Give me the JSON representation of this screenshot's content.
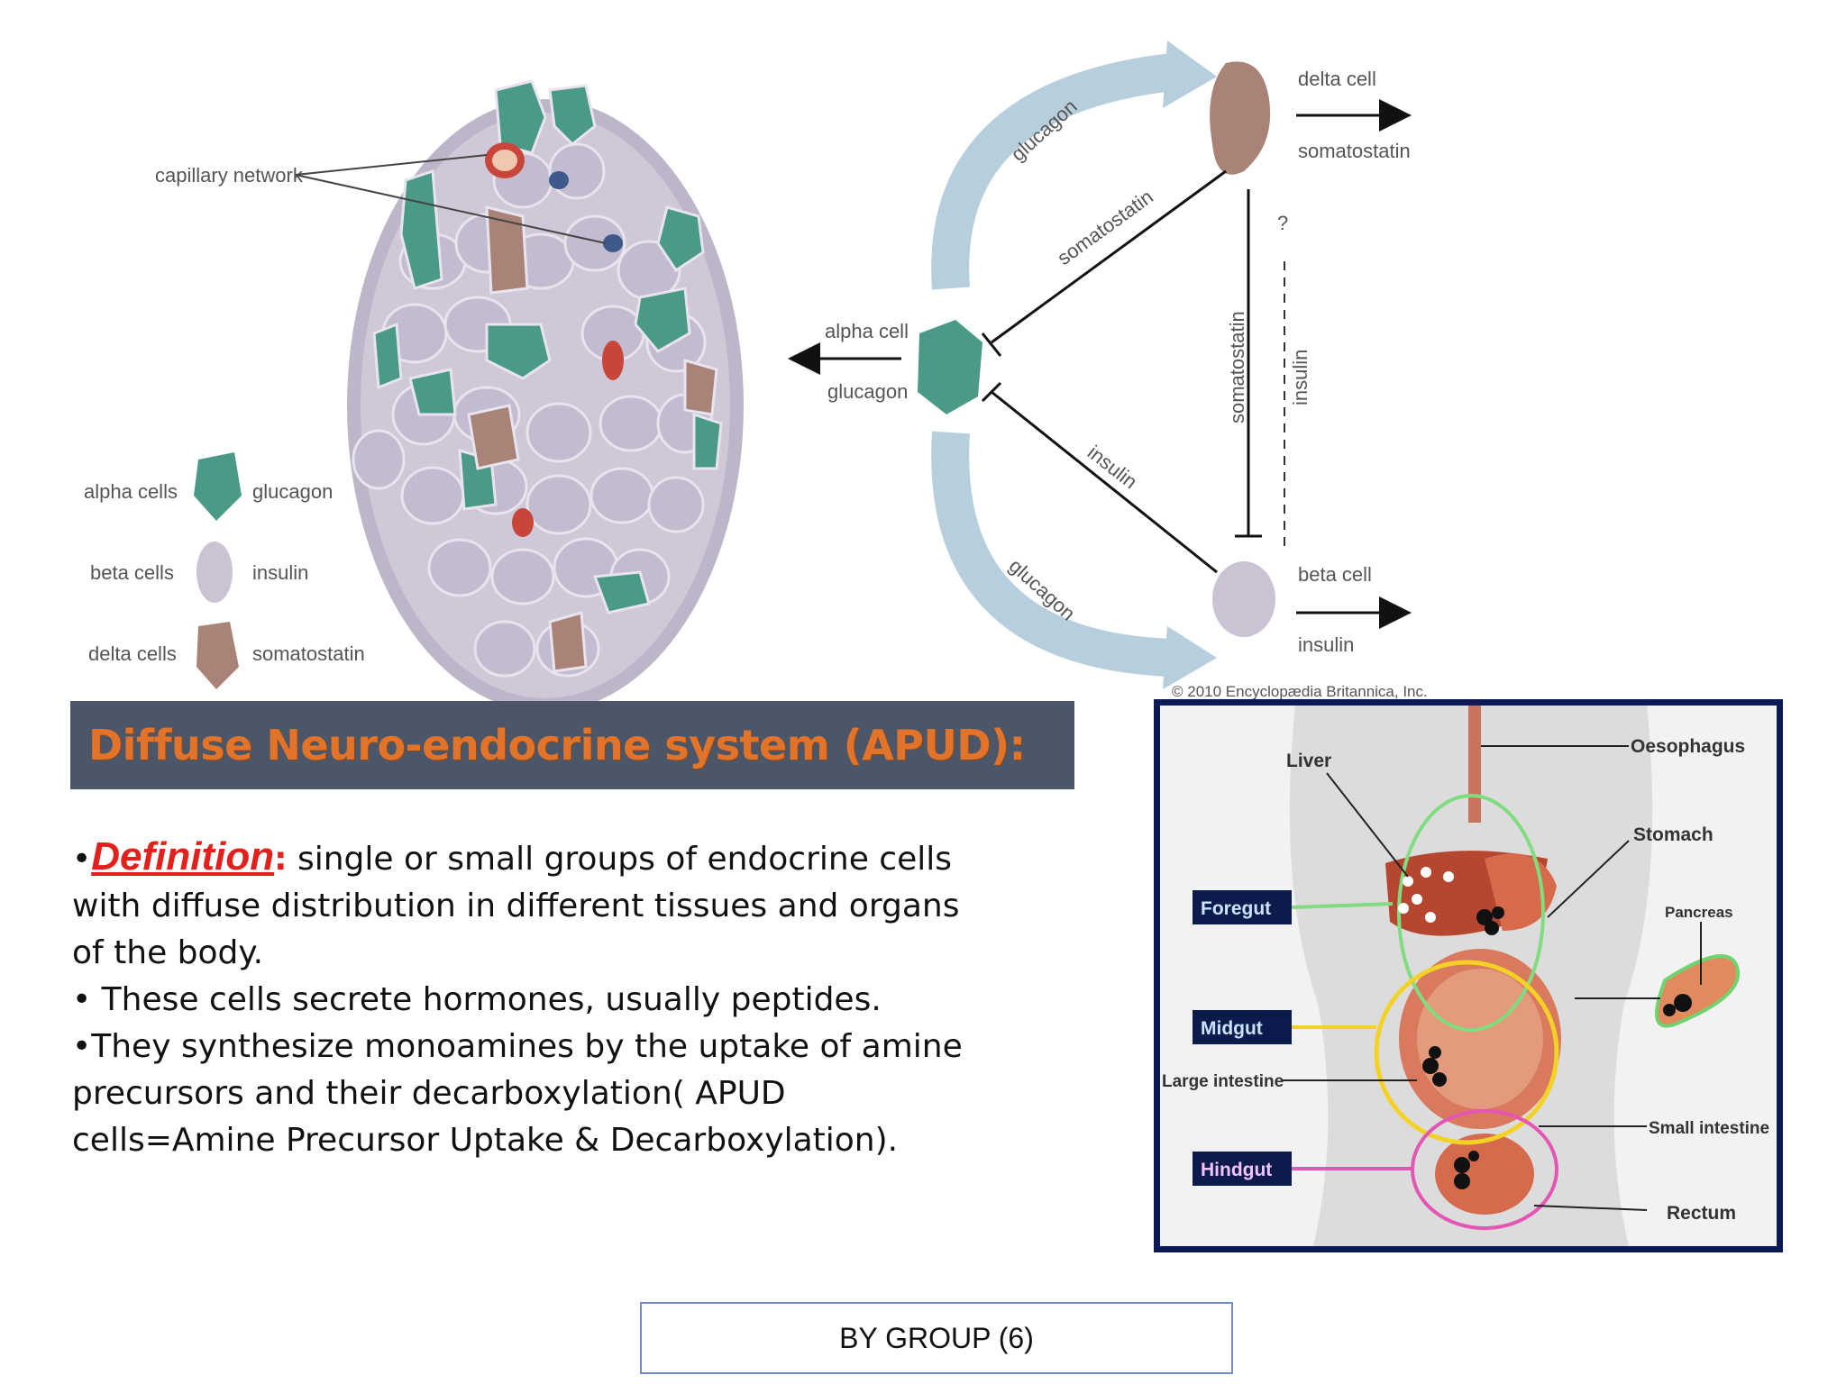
{
  "islet": {
    "capillary_label": "capillary network",
    "legend": [
      {
        "cell": "alpha cells",
        "hormone": "glucagon",
        "color": "#4a9a87"
      },
      {
        "cell": "beta cells",
        "hormone": "insulin",
        "color": "#c9c3d4"
      },
      {
        "cell": "delta cells",
        "hormone": "somatostatin",
        "color": "#a98278"
      }
    ]
  },
  "regulation": {
    "delta_cell": "delta cell",
    "delta_hormone": "somatostatin",
    "alpha_cell": "alpha cell",
    "alpha_hormone": "glucagon",
    "beta_cell": "beta cell",
    "beta_hormone": "insulin",
    "arrow_glucagon_top": "glucagon",
    "arrow_glucagon_bottom": "glucagon",
    "arrow_somatostatin_diag": "somatostatin",
    "arrow_insulin_diag": "insulin",
    "arrow_somatostatin_vert": "somatostatin",
    "arrow_insulin_vert": "insulin",
    "question": "?",
    "copyright": "© 2010 Encyclopædia Britannica, Inc."
  },
  "banner": {
    "title": "Diffuse Neuro-endocrine system (APUD):"
  },
  "body": {
    "bullet": "•",
    "definition_word": "Definition",
    "definition_colon": ":",
    "definition_text": " single or small groups of endocrine cells with diffuse distribution in different tissues and organs of the body.",
    "point2": "• These cells secrete hormones, usually peptides.",
    "point3": "•They synthesize monoamines by the uptake of amine precursors and their decarboxylation( APUD cells=Amine Precursor Uptake & Decarboxylation)."
  },
  "anatomy": {
    "labels": {
      "oesophagus": "Oesophagus",
      "liver": "Liver",
      "stomach": "Stomach",
      "pancreas": "Pancreas",
      "foregut": "Foregut",
      "midgut": "Midgut",
      "large_intestine": "Large intestine",
      "small_intestine": "Small intestine",
      "hindgut": "Hindgut",
      "rectum": "Rectum"
    }
  },
  "footer": {
    "text": "BY GROUP (6)"
  }
}
